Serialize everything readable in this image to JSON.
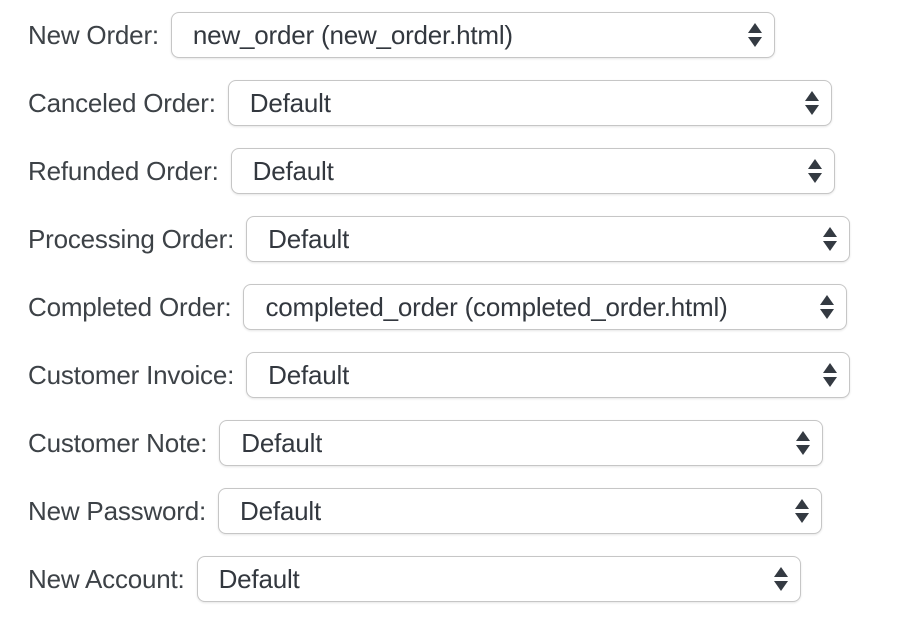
{
  "colors": {
    "page_bg": "#ffffff",
    "label_text": "#3d4247",
    "select_text": "#33383f",
    "select_border": "#c6c6c6",
    "select_bg": "#ffffff",
    "arrow": "#343a42"
  },
  "icons": {
    "select_spinner": "up-down-triangles-icon"
  },
  "form": {
    "rows": [
      {
        "label": "New Order:",
        "value": "new_order (new_order.html)"
      },
      {
        "label": "Canceled Order:",
        "value": "Default"
      },
      {
        "label": "Refunded Order:",
        "value": "Default"
      },
      {
        "label": "Processing Order:",
        "value": "Default"
      },
      {
        "label": "Completed Order:",
        "value": "completed_order (completed_order.html)"
      },
      {
        "label": "Customer Invoice:",
        "value": "Default"
      },
      {
        "label": "Customer Note:",
        "value": "Default"
      },
      {
        "label": "New Password:",
        "value": "Default"
      },
      {
        "label": "New Account:",
        "value": "Default"
      }
    ]
  }
}
